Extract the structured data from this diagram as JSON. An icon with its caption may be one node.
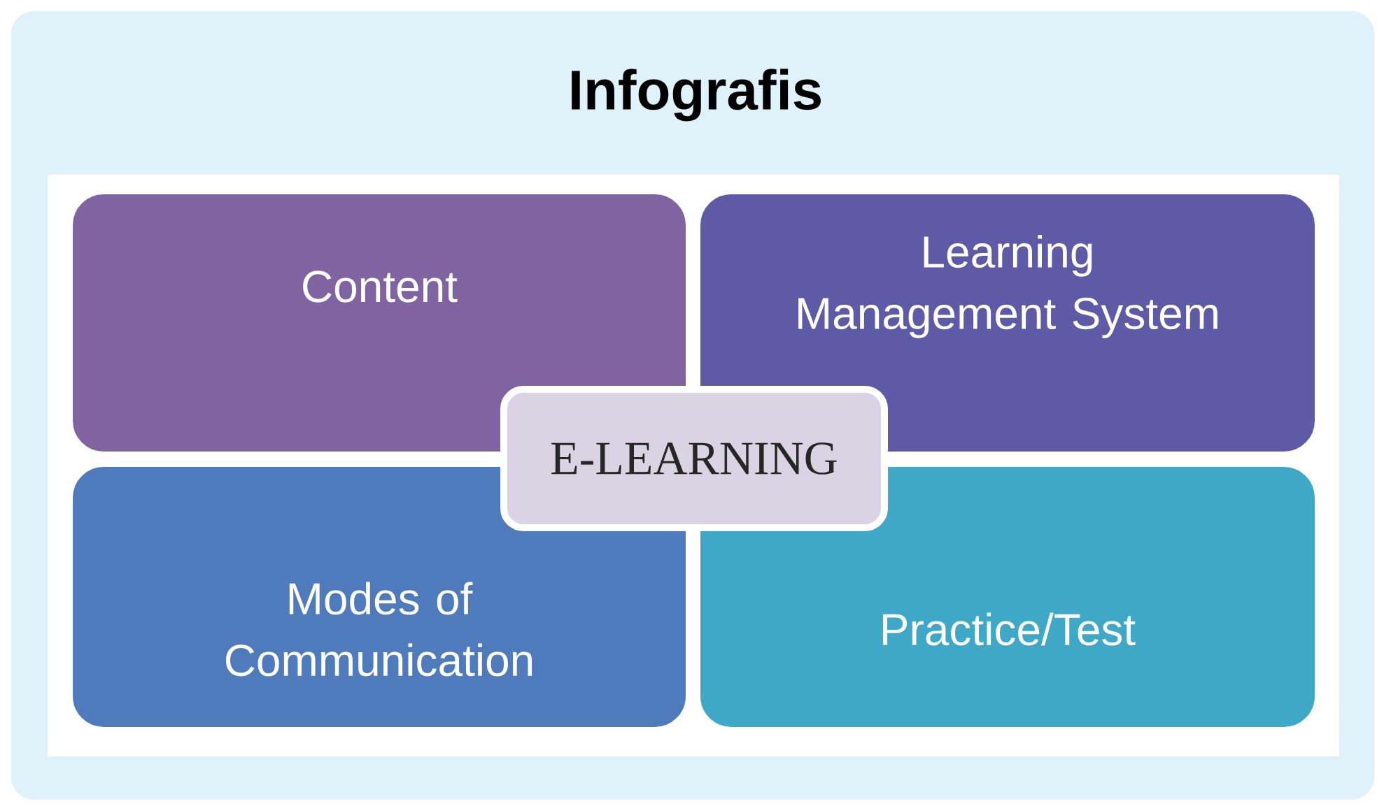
{
  "diagram": {
    "title": "Infografis",
    "nodes": [
      {
        "text": [
          "Content"
        ]
      },
      {
        "text": [
          "Learning Management System"
        ]
      },
      {
        "text": [
          "E-LEARNING"
        ]
      },
      {
        "text": [
          "Modes of Communication"
        ]
      },
      {
        "text": [
          "Practice/Test"
        ]
      }
    ]
  }
}
